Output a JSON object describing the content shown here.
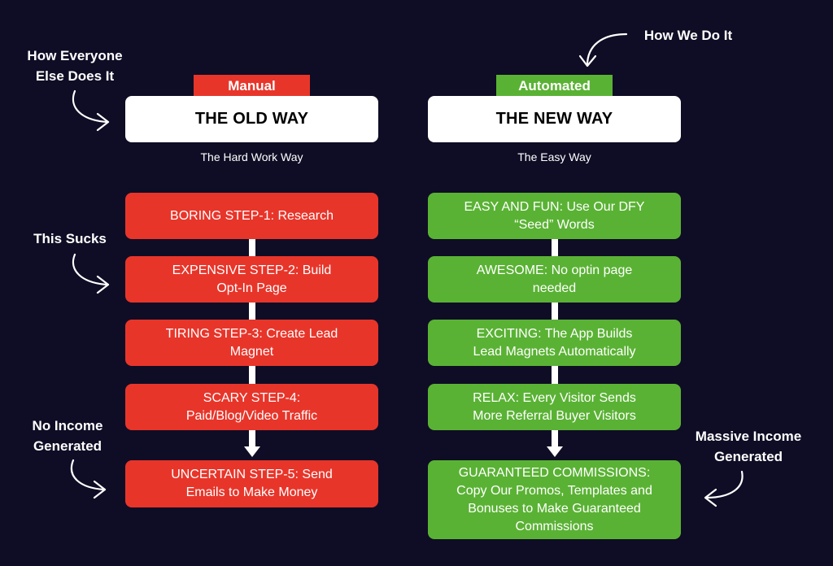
{
  "annotations": {
    "how_everyone": "How Everyone\nElse Does It",
    "how_we": "How We Do It",
    "this_sucks": "This Sucks",
    "no_income": "No Income\nGenerated",
    "massive_income": "Massive Income\nGenerated"
  },
  "old_way": {
    "tag": "Manual",
    "title": "THE OLD WAY",
    "subtitle": "The Hard Work Way",
    "steps": [
      "BORING STEP-1: Research",
      "EXPENSIVE STEP-2: Build\nOpt-In Page",
      "TIRING STEP-3: Create Lead\nMagnet",
      "SCARY STEP-4:\nPaid/Blog/Video Traffic",
      "UNCERTAIN STEP-5: Send\nEmails to Make Money"
    ]
  },
  "new_way": {
    "tag": "Automated",
    "title": "THE NEW WAY",
    "subtitle": "The Easy Way",
    "steps": [
      "EASY AND FUN: Use Our DFY\n“Seed” Words",
      "AWESOME: No optin page\nneeded",
      "EXCITING: The App Builds\nLead Magnets Automatically",
      "RELAX: Every Visitor Sends\nMore Referral Buyer Visitors",
      "GUARANTEED COMMISSIONS:\nCopy Our Promos, Templates and\nBonuses to Make Guaranteed\nCommissions"
    ]
  },
  "colors": {
    "background": "#0f0d25",
    "old_accent": "#e8352a",
    "new_accent": "#5ab234"
  }
}
